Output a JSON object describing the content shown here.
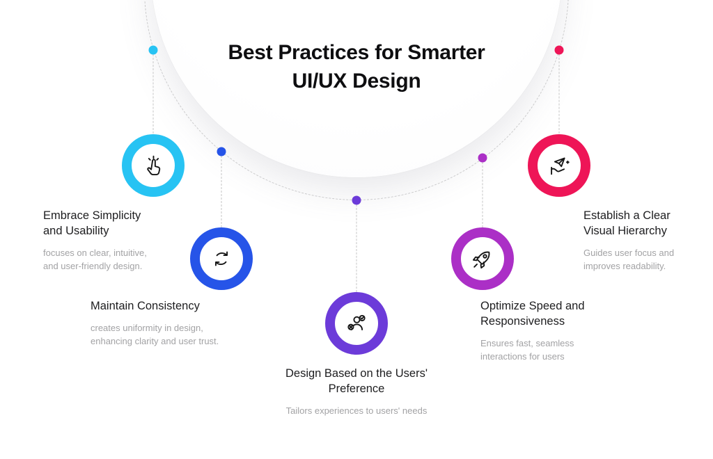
{
  "header": {
    "title_line1": "Best Practices for Smarter",
    "title_line2": "UI/UX Design"
  },
  "items": [
    {
      "heading": "Embrace Simplicity and Usability",
      "body": "focuses on clear, intuitive, and user-friendly design.",
      "color": "#27C3F3",
      "icon": "tap-gesture-icon"
    },
    {
      "heading": "Maintain Consistency",
      "body": "creates uniformity in design, enhancing clarity and user trust.",
      "color": "#2654E8",
      "icon": "cycle-arrows-icon"
    },
    {
      "heading": "Design Based on the Users' Preference",
      "body": "Tailors experiences to users' needs",
      "color": "#6C3BD9",
      "icon": "user-preference-icon"
    },
    {
      "heading": "Optimize Speed and Responsiveness",
      "body": "Ensures fast, seamless interactions for users",
      "color": "#AB2FC6",
      "icon": "rocket-icon"
    },
    {
      "heading": "Establish a Clear Visual Hierarchy",
      "body": "Guides user focus and improves readability.",
      "color": "#EE1557",
      "icon": "hand-holding-plane-icon"
    }
  ]
}
